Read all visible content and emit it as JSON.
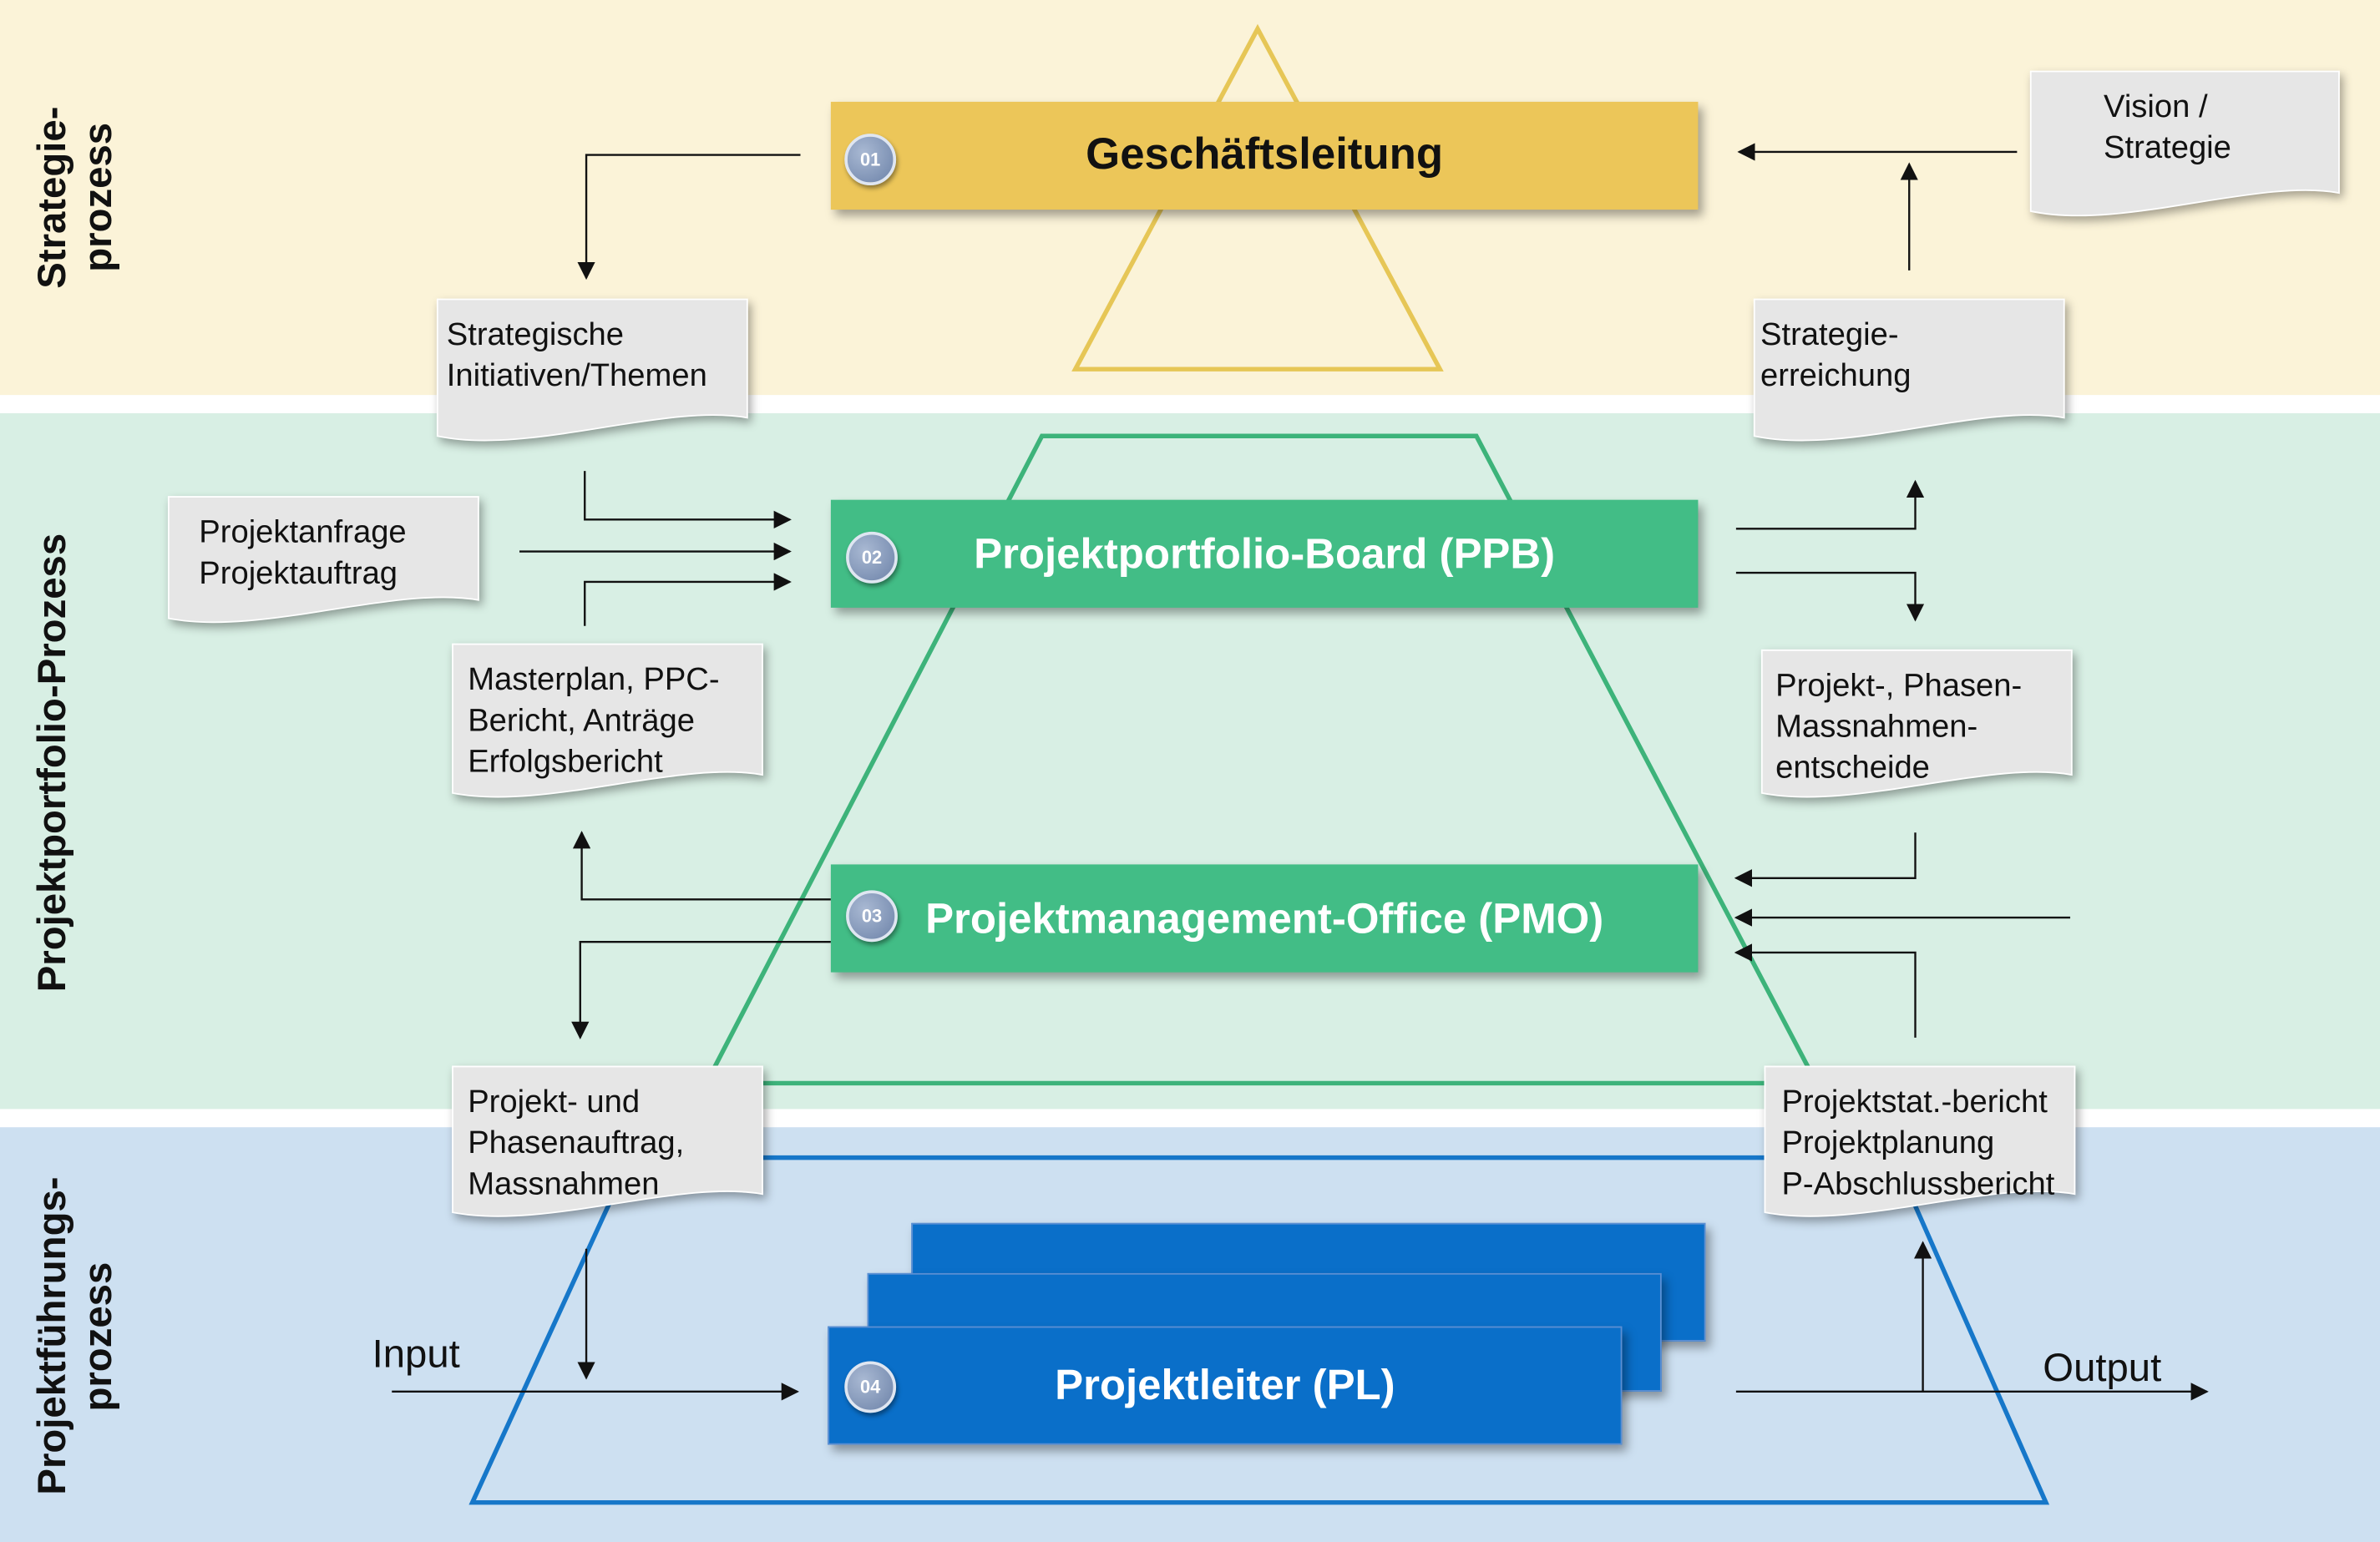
{
  "bands": {
    "strategy": {
      "label": "Strategie-\nprozess",
      "color": "#fbf3d8"
    },
    "portfolio": {
      "label": "Projektportfolio-Prozess",
      "color": "#d8efe4"
    },
    "project": {
      "label": "Projektführungs-\nprozess",
      "color": "#cde0f1"
    }
  },
  "boxes": {
    "gl": {
      "badge": "01",
      "label": "Geschäftsleitung",
      "color": "#ecc659"
    },
    "ppb": {
      "badge": "02",
      "label": "Projektportfolio-Board (PPB)",
      "color": "#42bd86"
    },
    "pmo": {
      "badge": "03",
      "label": "Projektmanagement-Office (PMO)",
      "color": "#42bd86"
    },
    "pl": {
      "badge": "04",
      "label": "Projektleiter (PL)",
      "color": "#0a6fc9"
    }
  },
  "docs": {
    "vision": "Vision /\nStrategie",
    "initiativen": "Strategische\nInitiativen/Themen",
    "erreichung": "Strategie-\nerreichung",
    "anfrage": "Projektanfrage\nProjektauftrag",
    "masterplan": "Masterplan, PPC-\nBericht, Anträge\nErfolgsbericht",
    "entscheide": "Projekt-, Phasen-\nMassnahmen-\nentscheide",
    "auftrag": "Projekt- und\nPhasenauftrag,\nMassnahmen",
    "bericht": "Projektstat.-bericht\nProjektplanung\nP-Abschlussbericht"
  },
  "flow": {
    "input": "Input",
    "output": "Output"
  },
  "colors": {
    "triangle": "#e6c656",
    "trapezoid_green": "#3db37a",
    "trapezoid_blue": "#1677c9",
    "arrow": "#111111"
  }
}
